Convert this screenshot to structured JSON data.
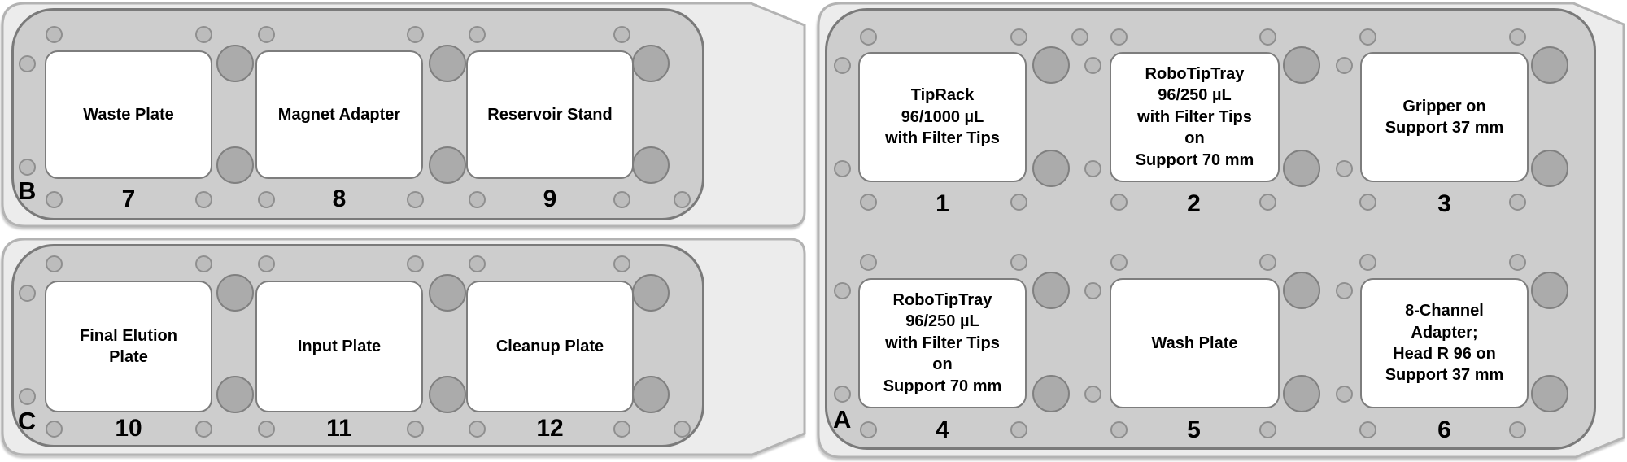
{
  "colors": {
    "panel_fill": "#ececec",
    "panel_border": "#b3b3b3",
    "deck_fill": "#cdcdcd",
    "deck_border": "#7a7a7a",
    "plate_fill": "#ffffff",
    "plate_border": "#7d7d7d",
    "hole_small": "#bcbcbc",
    "hole_large": "#ababab",
    "text": "#000000"
  },
  "decks": [
    {
      "id": "A",
      "label": "A",
      "positions": [
        {
          "number": "1",
          "label": "TipRack\n96/1000 µL\nwith Filter Tips"
        },
        {
          "number": "2",
          "label": "RoboTipTray\n96/250 µL\nwith Filter Tips\non\nSupport 70 mm"
        },
        {
          "number": "3",
          "label": "Gripper on\nSupport 37 mm"
        },
        {
          "number": "4",
          "label": "RoboTipTray\n96/250 µL\nwith Filter Tips\non\nSupport 70 mm"
        },
        {
          "number": "5",
          "label": "Wash Plate"
        },
        {
          "number": "6",
          "label": "8-Channel\nAdapter;\nHead R 96 on\nSupport 37 mm"
        }
      ]
    },
    {
      "id": "B",
      "label": "B",
      "positions": [
        {
          "number": "7",
          "label": "Waste Plate"
        },
        {
          "number": "8",
          "label": "Magnet Adapter"
        },
        {
          "number": "9",
          "label": "Reservoir Stand"
        }
      ]
    },
    {
      "id": "C",
      "label": "C",
      "positions": [
        {
          "number": "10",
          "label": "Final Elution\nPlate"
        },
        {
          "number": "11",
          "label": "Input Plate"
        },
        {
          "number": "12",
          "label": "Cleanup Plate"
        }
      ]
    }
  ]
}
